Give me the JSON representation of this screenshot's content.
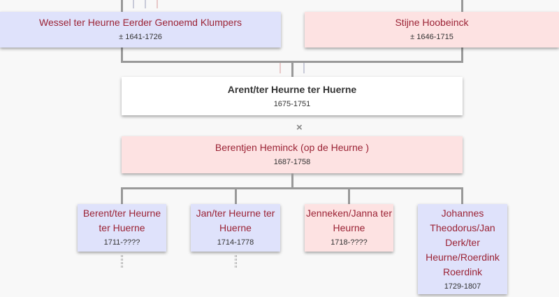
{
  "father": {
    "name": "Wessel ter Heurne Eerder Genoemd Klumpers",
    "dates": "± 1641-1726"
  },
  "mother": {
    "name": "Stijne Hoobeinck",
    "dates": "± 1646-1715"
  },
  "person": {
    "name": "Arent/ter Heurne ter Huerne",
    "dates": "1675-1751"
  },
  "marriage_icon": "×",
  "spouse": {
    "name": "Berentjen Heminck (op de Heurne )",
    "dates": "1687-1758"
  },
  "children": [
    {
      "name": "Berent/ter Heurne ter Huerne",
      "dates": "1711-????"
    },
    {
      "name": "Jan/ter Heurne ter Huerne",
      "dates": "1714-1778"
    },
    {
      "name": "Jenneken/Janna ter Heurne",
      "dates": "1718-????"
    },
    {
      "name": "Johannes Theodorus/Jan Derk/ter Heurne/Roerdink Roerdink",
      "dates": "1729-1807"
    }
  ]
}
